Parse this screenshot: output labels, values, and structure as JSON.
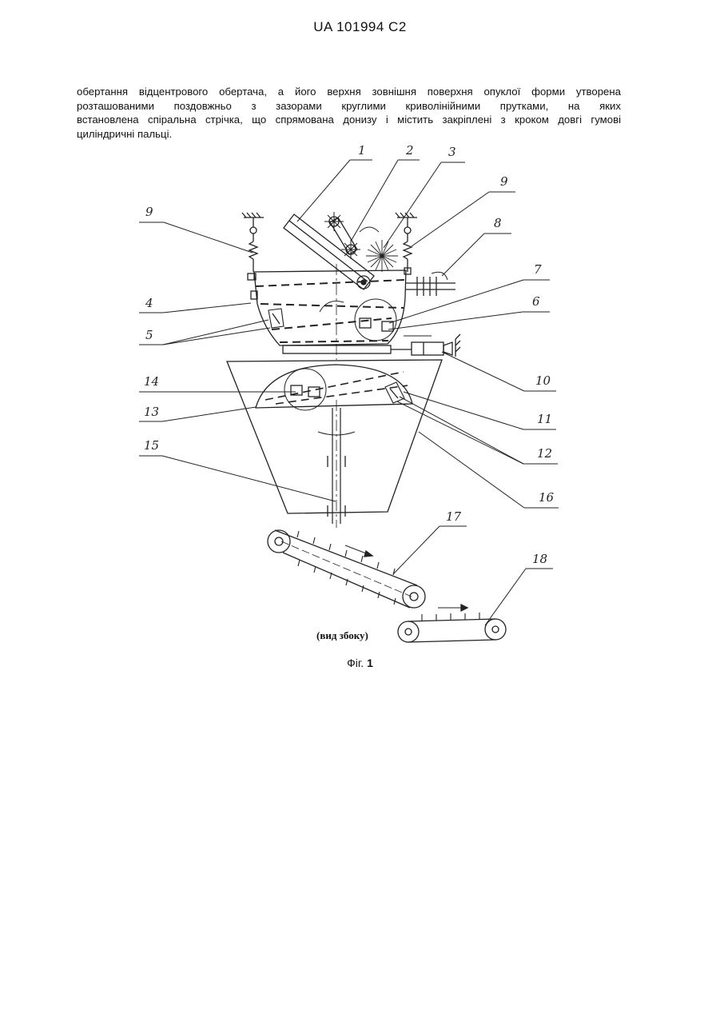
{
  "header": {
    "patent_id": "UA   101994   C2"
  },
  "text": {
    "lines": [
      "обертання відцентрового обертача, а його верхня зовнішня поверхня опуклої форми утворена",
      "розташованими поздовжньо з зазорами круглими криволінійними прутками, на яких",
      "встановлена спіральна стрічка, що спрямована донизу і містить закріплені з кроком довгі гумові",
      "циліндричні пальці."
    ]
  },
  "figure": {
    "callouts": [
      "1",
      "2",
      "3",
      "9",
      "9",
      "8",
      "7",
      "6",
      "4",
      "5",
      "10",
      "14",
      "13",
      "11",
      "12",
      "16",
      "15",
      "17",
      "18"
    ],
    "view_label": "(вид збоку)",
    "caption_prefix": "Фіг.",
    "caption_number": "1"
  }
}
